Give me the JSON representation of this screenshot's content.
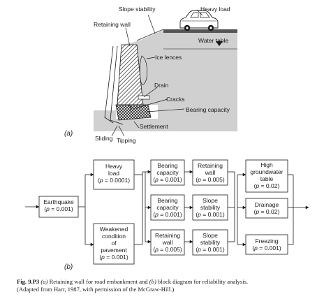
{
  "part_a": {
    "tag": "(a)",
    "labels": {
      "slope_stability": "Slope stability",
      "heavy_load": "Heavy load",
      "retaining_wall": "Retaining wall",
      "water_table": "Water table",
      "ice_lenses": "Ice lences",
      "drain": "Drain",
      "cracks": "Cracks",
      "bearing_capacity": "Bearing capacity",
      "settlement": "Settlement",
      "sliding": "Sliding",
      "tipping": "Tipping"
    }
  },
  "part_b": {
    "tag": "(b)",
    "blocks": {
      "earthquake": [
        "Earthquake",
        "(p = 0.001)"
      ],
      "heavy_load": [
        "Heavy",
        "load",
        "(p = 0.0001)"
      ],
      "weakened": [
        "Weakened",
        "condition",
        "of",
        "pavement",
        "(p = 0.001)"
      ],
      "bearing_1": [
        "Bearing",
        "capacity",
        "(p = 0.001)"
      ],
      "bearing_2": [
        "Bearing",
        "capacity",
        "(p = 0.001)"
      ],
      "retaining_2": [
        "Retaining",
        "wall",
        "(p = 0.005)"
      ],
      "retaining_1": [
        "Retaining",
        "wall",
        "(p = 0.005)"
      ],
      "slope_1": [
        "Slope",
        "stability",
        "(p = 0.001)"
      ],
      "slope_2": [
        "Slope",
        "stability",
        "(p = 0.001)"
      ],
      "groundwater": [
        "High",
        "groundwater",
        "table",
        "(p = 0.02)"
      ],
      "drainage": [
        "Drainage",
        "(p = 0.02)"
      ],
      "freezing": [
        "Freezing",
        "(p = 0.001)"
      ]
    }
  },
  "caption": {
    "fig_no": "Fig. 9.P3",
    "part_a_tag": "(a)",
    "part_a_text": "Retaining wall for road embankment and",
    "part_b_tag": "(b)",
    "part_b_text": "block diagram for reliability analysis.",
    "line2": "(Adapted from Harr, 1987, with permission of the McGraw-Hill.)"
  },
  "colors": {
    "ground": "#d0d0d0",
    "road": "#555555",
    "line": "#1a1a1a"
  }
}
